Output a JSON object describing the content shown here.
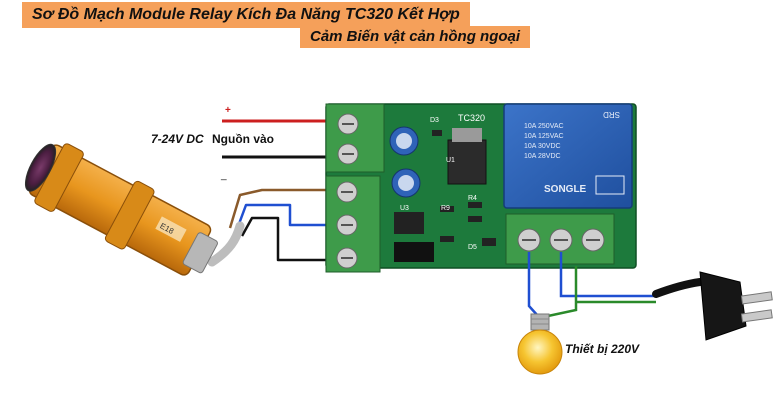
{
  "title": {
    "line1": "Sơ Đồ Mạch Module Relay Kích Đa Năng TC320 Kết Hợp",
    "line2": "Cảm Biến vật cản hồng ngoại"
  },
  "labels": {
    "plus": "+",
    "minus": "_",
    "voltage": "7-24V DC",
    "power_in": "Nguồn vào",
    "device": "Thiết bị 220V"
  },
  "board": {
    "model": "TC320",
    "components": [
      "D3",
      "U1",
      "R9",
      "R4",
      "D5",
      "U3"
    ]
  },
  "relay": {
    "brand": "SONGLE",
    "code": "SRD",
    "ratings": [
      "10A 250VAC",
      "10A 125VAC",
      "10A 30VDC",
      "10A 28VDC"
    ]
  },
  "sensor": {
    "text": "E18"
  },
  "colors": {
    "banner": "#f5a05a",
    "board_green": "#1d7a3c",
    "terminal_green": "#3e9b4a",
    "relay_blue": "#2a5fb5",
    "sensor_orange": "#e8961e",
    "wire_red": "#cc1f1f",
    "wire_black": "#111111",
    "wire_brown": "#8a5a2b",
    "wire_blue": "#1f4fd1",
    "bulb_yellow": "#f3b21c"
  }
}
